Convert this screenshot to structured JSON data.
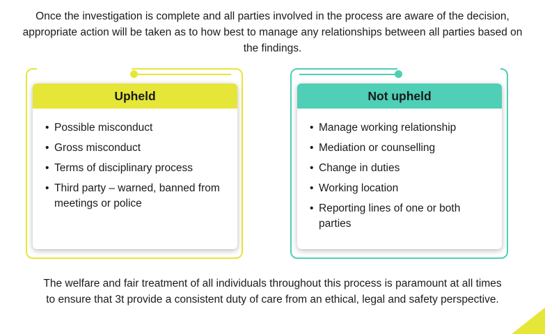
{
  "intro": "Once the investigation is complete and all parties involved in the process are aware of the decision, appropriate action will be taken as to how best to manage any relationships between all parties based on the findings.",
  "upheld": {
    "title": "Upheld",
    "items": [
      "Possible misconduct",
      "Gross misconduct",
      "Terms of disciplinary process",
      "Third party – warned, banned from meetings or police"
    ]
  },
  "not_upheld": {
    "title": "Not upheld",
    "items": [
      "Manage working relationship",
      "Mediation or counselling",
      "Change in duties",
      "Working location",
      "Reporting lines of one or both parties"
    ]
  },
  "outro": "The welfare and fair treatment of all individuals throughout this process is paramount at all times to ensure that 3t provide a consistent duty of care from an ethical, legal and safety perspective.",
  "colors": {
    "yellow": "#e6e639",
    "teal": "#4fcfb5"
  }
}
